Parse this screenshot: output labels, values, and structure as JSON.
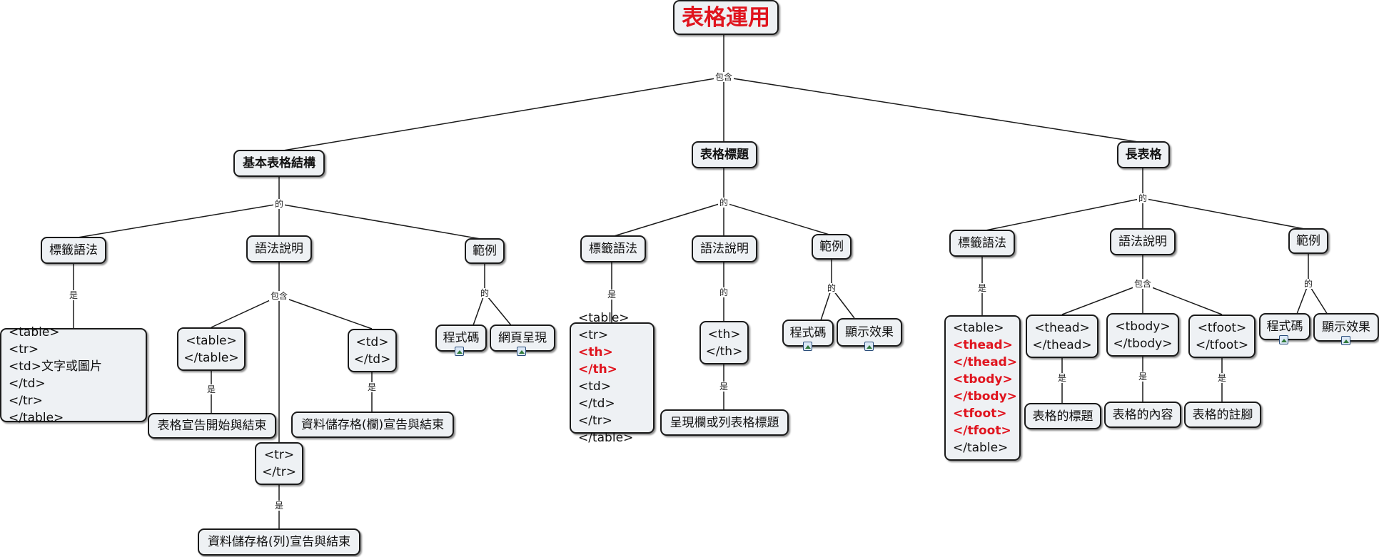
{
  "root": "表格運用",
  "link_labels": {
    "include": "包含",
    "of": "的",
    "is": "是"
  },
  "basic": {
    "title": "基本表格結構",
    "syntax": "標籤語法",
    "explain": "語法說明",
    "example": "範例",
    "code_lines": [
      "<table>",
      "<tr>",
      "<td>文字或圖片</td>",
      "</tr>",
      "</table>"
    ],
    "table_tag": [
      "<table>",
      "</table>"
    ],
    "td_tag": [
      "<td>",
      "</td>"
    ],
    "tr_tag": [
      "<tr>",
      "</tr>"
    ],
    "table_desc": "表格宣告開始與結束",
    "td_desc": "資料儲存格(欄)宣告與結束",
    "tr_desc": "資料儲存格(列)宣告與結束",
    "code": "程式碼",
    "web": "網頁呈現"
  },
  "heading": {
    "title": "表格標題",
    "syntax": "標籤語法",
    "explain": "語法說明",
    "example": "範例",
    "code_lines": [
      "<table>",
      "<tr>",
      "<th></th>",
      "<td></td>",
      "</tr>",
      "</table>"
    ],
    "th_tag": [
      "<th>",
      "</th>"
    ],
    "th_desc": "呈現欄或列表格標題",
    "code": "程式碼",
    "display": "顯示效果"
  },
  "long": {
    "title": "長表格",
    "syntax": "標籤語法",
    "explain": "語法說明",
    "example": "範例",
    "code_lines": [
      "<table>",
      "<thead>",
      "</thead>",
      "<tbody>",
      "</tbody>",
      "<tfoot>",
      "</tfoot>",
      "</table>"
    ],
    "thead_tag": [
      "<thead>",
      "</thead>"
    ],
    "tbody_tag": [
      "<tbody>",
      "</tbody>"
    ],
    "tfoot_tag": [
      "<tfoot>",
      "</tfoot>"
    ],
    "thead_desc": "表格的標題",
    "tbody_desc": "表格的內容",
    "tfoot_desc": "表格的註腳",
    "code": "程式碼",
    "display": "顯示效果"
  }
}
